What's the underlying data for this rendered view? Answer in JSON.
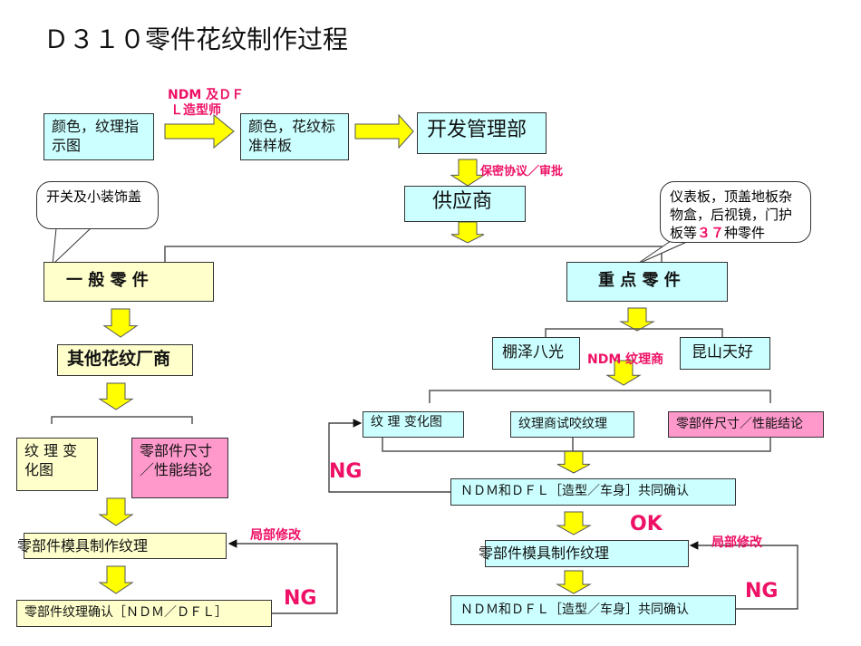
{
  "title": "Ｄ３１０零件花纹制作过程",
  "colors": {
    "cyan": "#ccffff",
    "yellow_box": "#ffffcc",
    "pink": "#ff99cc",
    "arrow": "#ffff00",
    "label_red": "#ee1166"
  },
  "top": {
    "box1": "颜色，纹理指示图",
    "label1a": "NDM 及ＤＦ",
    "label1b": "Ｌ造型师",
    "box2": "颜色，花纹标准样板",
    "box3": "开发管理部",
    "label2": "保密协议／审批",
    "supplier": "供应商"
  },
  "callouts": {
    "left": "开关及小装饰盖",
    "right_a": "仪表板，顶盖地板杂物盒，后视镜，门护板等",
    "right_num": "３７",
    "right_b": "种零件"
  },
  "left": {
    "general": "一 般 零 件",
    "factory": "其他花纹厂商",
    "change": "纹 理 变化图",
    "size": "零部件尺寸／性能结论",
    "mold": "零部件模具制作纹理",
    "confirm": "零部件纹理确认［ＮＤＭ／ＤＦＬ］",
    "modify": "局部修改",
    "ng": "NG"
  },
  "right": {
    "key": "重 点 零 件",
    "v1": "棚泽八光",
    "v2": "昆山天好",
    "vendor_label": "NDM 纹理商",
    "change": "纹 理 变化图",
    "trial": "纹理商试咬纹理",
    "size": "零部件尺寸／性能结论",
    "confirm1": "ＮＤＭ和ＤＦＬ［造型／车身］共同确认",
    "ng1": "NG",
    "ok": "OK",
    "mold": "零部件模具制作纹理",
    "confirm2": "ＮＤＭ和ＤＦＬ［造型／车身］共同确认",
    "modify": "局部修改",
    "ng2": "NG"
  }
}
